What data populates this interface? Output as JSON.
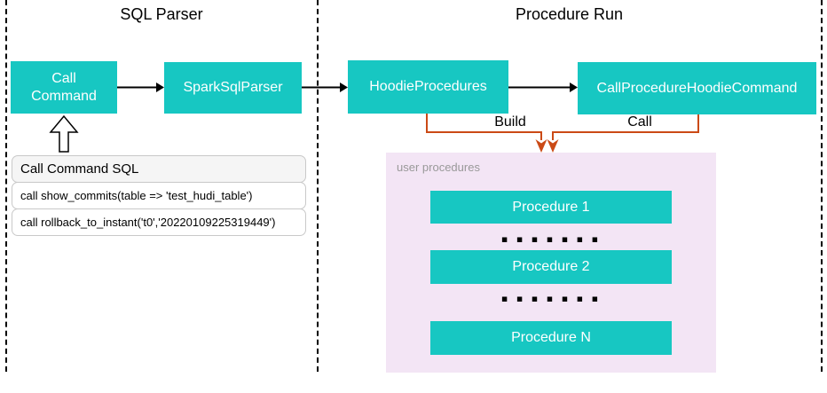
{
  "diagram": {
    "sections": [
      {
        "id": "sql-parser",
        "title": "SQL Parser"
      },
      {
        "id": "procedure-run",
        "title": "Procedure Run"
      }
    ],
    "nodes": {
      "call_command": "Call\nCommand",
      "spark_sql_parser": "SparkSqlParser",
      "hoodie_procedures": "HoodieProcedures",
      "call_procedure_hoodie_command": "CallProcedureHoodieCommand"
    },
    "edge_labels": {
      "build": "Build",
      "call": "Call"
    },
    "sql_panel": {
      "header": "Call Command SQL",
      "rows": [
        "call show_commits(table => 'test_hudi_table')",
        "call rollback_to_instant('t0','20220109225319449')"
      ]
    },
    "procedures_panel": {
      "label": "user procedures",
      "items": [
        "Procedure 1",
        "Procedure 2",
        "Procedure N"
      ],
      "ellipsis": "▪ ▪ ▪ ▪ ▪ ▪ ▪"
    },
    "colors": {
      "node_fill": "#17c7c2",
      "connector": "#cb4a16",
      "panel_fill": "#f3e5f5",
      "line": "#000000"
    }
  }
}
